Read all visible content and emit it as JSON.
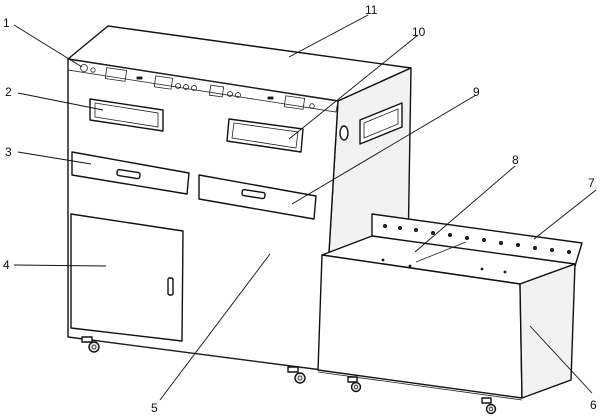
{
  "labels": {
    "l1": "1",
    "l2": "2",
    "l3": "3",
    "l4": "4",
    "l5": "5",
    "l6": "6",
    "l7": "7",
    "l8": "8",
    "l9": "9",
    "l10": "10",
    "l11": "11"
  },
  "colors": {
    "line": "#111111",
    "fill_light": "#f2f2f2",
    "background": "#ffffff"
  }
}
